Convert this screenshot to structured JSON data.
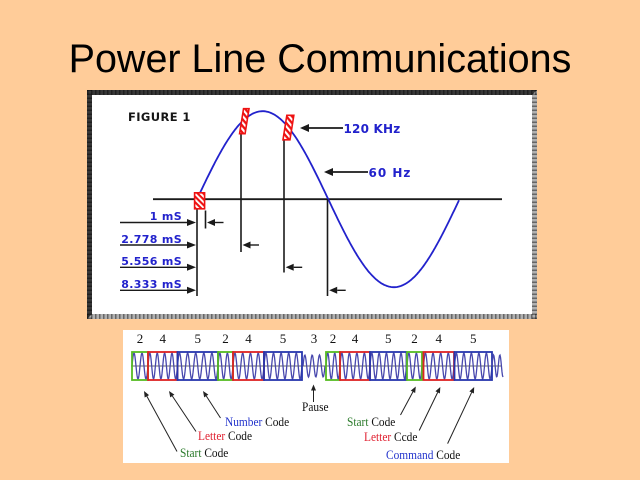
{
  "slide": {
    "title": "Power Line Communications",
    "background_color": "#FFCC99"
  },
  "figure1": {
    "caption": "FIGURE 1",
    "khz_label": "120 KHz",
    "hz_label": "60 Hz",
    "time_labels": [
      "1 mS",
      "2.778 mS",
      "5.556 mS",
      "8.333 mS"
    ],
    "colors": {
      "blue": "#2222cc",
      "marker_red": "#ee1111",
      "line_black": "#1a1a1a"
    }
  },
  "figure2": {
    "pause_label": "Pause",
    "sequence": [
      {
        "count": 2,
        "code": "start",
        "boxed": true
      },
      {
        "count": 4,
        "code": "letter",
        "boxed": true
      },
      {
        "count": 5,
        "code": "number",
        "boxed": true
      },
      {
        "count": 2,
        "code": "start",
        "boxed": true
      },
      {
        "count": 4,
        "code": "letter",
        "boxed": true
      },
      {
        "count": 5,
        "code": "number",
        "boxed": true
      },
      {
        "count": 3,
        "code": "pause",
        "boxed": false
      },
      {
        "count": 2,
        "code": "start",
        "boxed": true
      },
      {
        "count": 4,
        "code": "letter",
        "boxed": true
      },
      {
        "count": 5,
        "code": "number",
        "boxed": true
      },
      {
        "count": 2,
        "code": "start",
        "boxed": true
      },
      {
        "count": 4,
        "code": "letter",
        "boxed": true
      },
      {
        "count": 5,
        "code": "number",
        "boxed": true
      }
    ],
    "labels": [
      {
        "id": "number-code-label",
        "parts": [
          {
            "text": "Number",
            "color": "number"
          },
          {
            "text": " Code",
            "color": "plain"
          }
        ]
      },
      {
        "id": "letter-code-left-label",
        "parts": [
          {
            "text": "Letter",
            "color": "letter"
          },
          {
            "text": " Code",
            "color": "plain"
          }
        ]
      },
      {
        "id": "start-code-left-label",
        "parts": [
          {
            "text": "Start",
            "color": "start"
          },
          {
            "text": " Code",
            "color": "plain"
          }
        ]
      },
      {
        "id": "start-code-right-label",
        "parts": [
          {
            "text": "Start",
            "color": "start"
          },
          {
            "text": " Code",
            "color": "plain"
          }
        ]
      },
      {
        "id": "letter-code-right-label",
        "parts": [
          {
            "text": "Letter",
            "color": "letter"
          },
          {
            "text": " Ccde",
            "color": "plain"
          }
        ]
      },
      {
        "id": "command-code-label",
        "parts": [
          {
            "text": "Command",
            "color": "number"
          },
          {
            "text": " Code",
            "color": "plain"
          }
        ]
      }
    ],
    "colors": {
      "start": "#2a7a2a",
      "letter": "#e02030",
      "number": "#2233cc",
      "box_start": "#55bb22",
      "box_letter": "#dd2222",
      "box_number": "#2636ad",
      "wave": "#4747ad",
      "plain": "#111111"
    }
  }
}
